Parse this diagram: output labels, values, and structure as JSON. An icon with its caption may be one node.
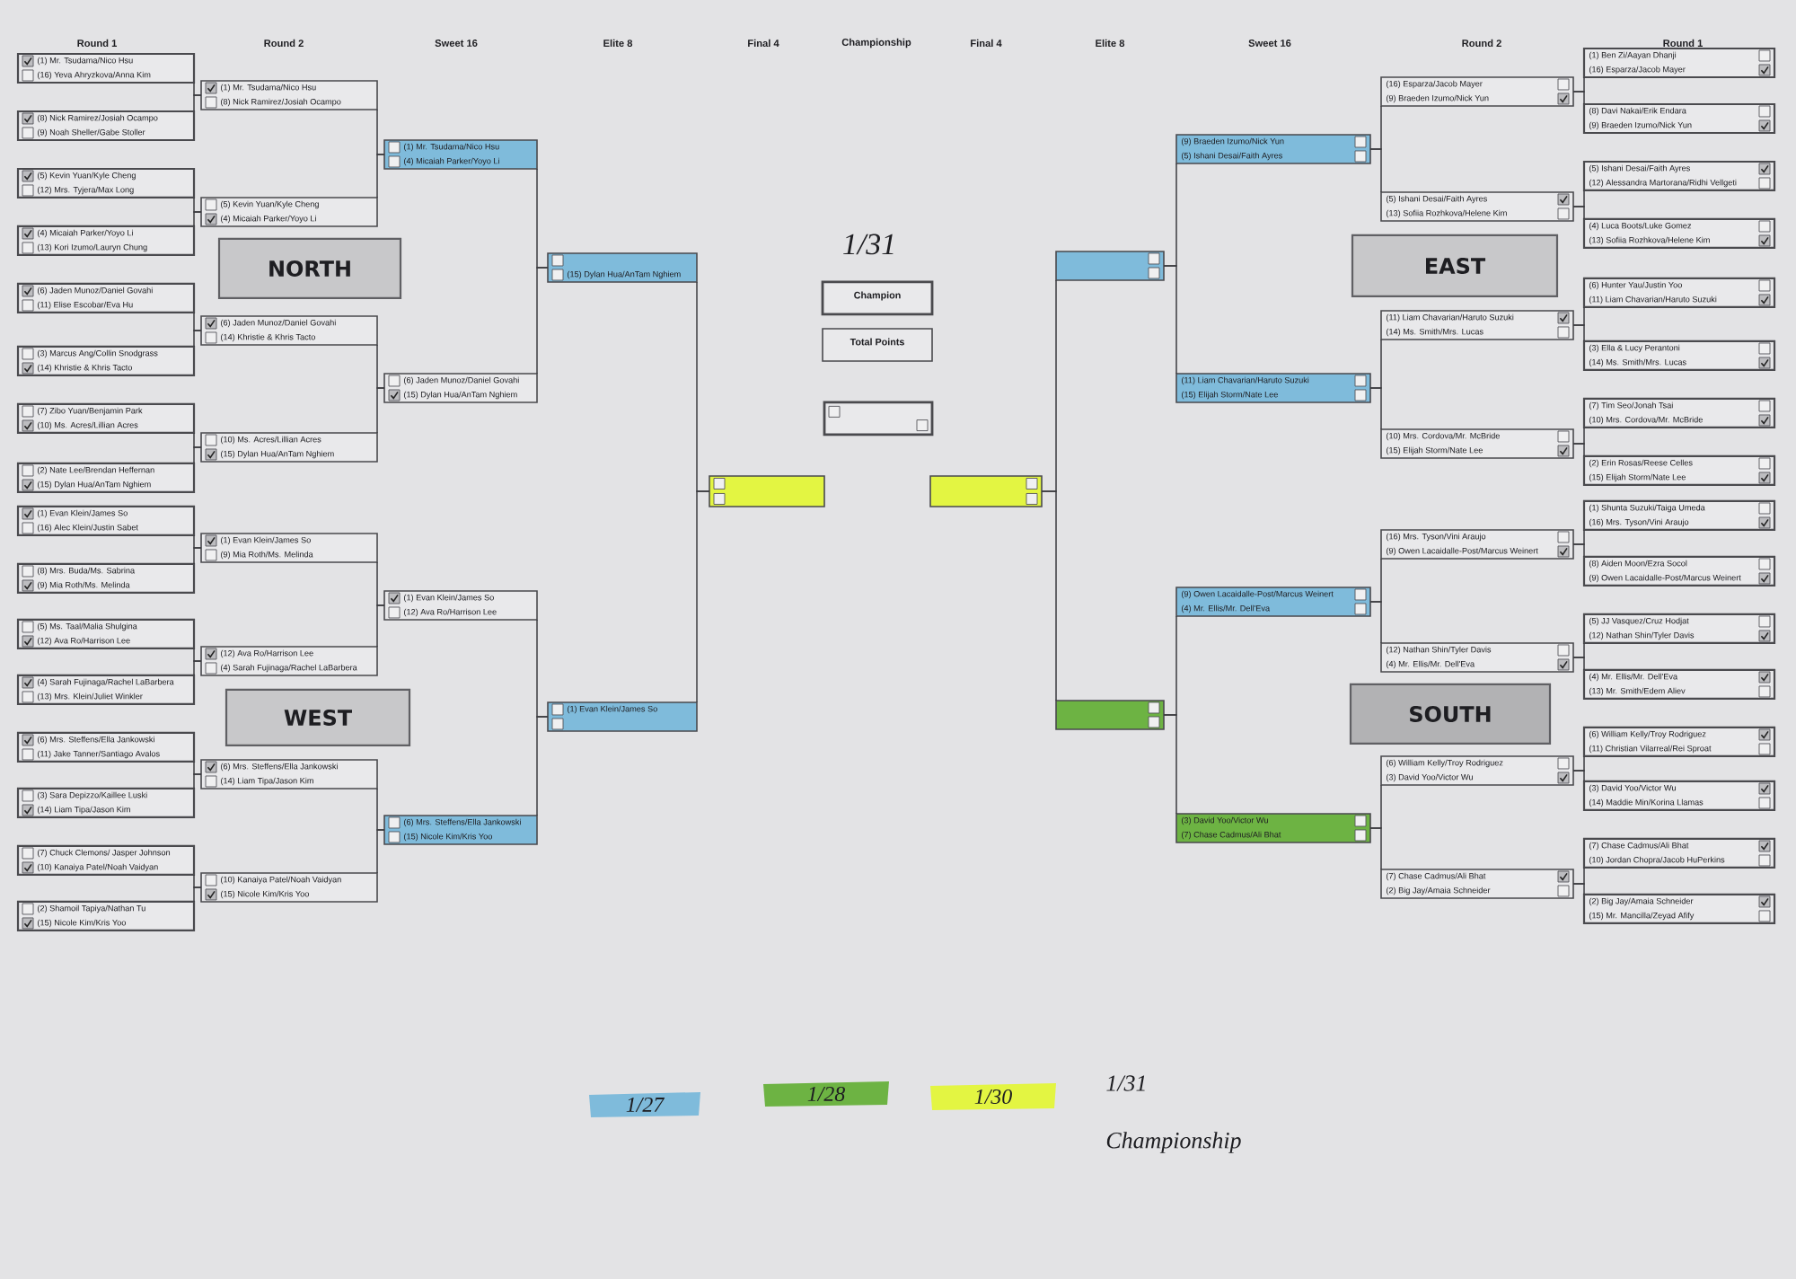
{
  "diagram": {
    "nodes": [
      {
        "text": [
          "(1) Mr. Tsudama/Nico Hsu",
          "(16) Yeva Ahryzkova/Anna Kim"
        ]
      },
      {
        "text": [
          "(8) Nick Ramirez/Josiah Ocampo",
          "(9) Noah Sheller/Gabe Stoller"
        ]
      },
      {
        "text": [
          "(5) Kevin Yuan/Kyle Cheng",
          "(12) Mrs. Tyjera/Max Long"
        ]
      },
      {
        "text": [
          "(4) Micaiah Parker/Yoyo Li",
          "(13) Kori Izumo/Lauryn Chung"
        ]
      },
      {
        "text": [
          "(6) Jaden Munoz/Daniel Govahi",
          "(11) Elise Escobar/Eva Hu"
        ]
      },
      {
        "text": [
          "(3) Marcus Ang/Collin Snodgrass",
          "(14) Khristie & Khris Tacto"
        ]
      },
      {
        "text": [
          "(7) Zibo Yuan/Benjamin Park",
          "(10) Ms. Acres/Lillian Acres"
        ]
      },
      {
        "text": [
          "(2) Nate Lee/Brendan Heffernan",
          "(15) Dylan Hua/AnTam Nghiem"
        ]
      },
      {
        "text": [
          "(1) Mr. Tsudama/Nico Hsu",
          "(8) Nick Ramirez/Josiah Ocampo"
        ]
      },
      {
        "text": [
          "(5) Kevin Yuan/Kyle Cheng",
          "(4) Micaiah Parker/Yoyo Li"
        ]
      },
      {
        "text": [
          "(6) Jaden Munoz/Daniel Govahi",
          "(14) Khristie & Khris Tacto"
        ]
      },
      {
        "text": [
          "(10) Ms. Acres/Lillian Acres",
          "(15) Dylan Hua/AnTam Nghiem"
        ]
      },
      {
        "text": [
          "(1) Mr. Tsudama/Nico Hsu",
          "(4) Micaiah Parker/Yoyo Li"
        ]
      },
      {
        "text": [
          "(6) Jaden Munoz/Daniel Govahi",
          "(15) Dylan Hua/AnTam Nghiem"
        ]
      },
      {
        "text": [
          "(15) Dylan Hua/AnTam Nghiem"
        ]
      },
      {
        "text": [
          "NORTH"
        ]
      },
      {
        "text": [
          "(1) Evan Klein/James So",
          "(16) Alec Klein/Justin Sabet"
        ]
      },
      {
        "text": [
          "(8) Mrs. Buda/Ms. Sabrina",
          "(9) Mia Roth/Ms. Melinda"
        ]
      },
      {
        "text": [
          "(5) Ms. Taal/Malia Shulgina",
          "(12) Ava Ro/Harrison Lee"
        ]
      },
      {
        "text": [
          "(4) Sarah Fujinaga/Rachel LaBarbera",
          "(13) Mrs. Klein/Juliet Winkler"
        ]
      },
      {
        "text": [
          "(6) Mrs. Steffens/Ella Jankowski",
          "(11) Jake Tanner/Santiago Avalos"
        ]
      },
      {
        "text": [
          "(3) Sara Depizzo/Kaillee Luski",
          "(14) Liam Tipa/Jason Kim"
        ]
      },
      {
        "text": [
          "(7) Chuck Clemons/ Jasper Johnson",
          "(10) Kanaiya Patel/Noah Vaidyan"
        ]
      },
      {
        "text": [
          "(2) Shamoil Tapiya/Nathan Tu",
          "(15) Nicole Kim/Kris Yoo"
        ]
      },
      {
        "text": [
          "(1) Evan Klein/James So",
          "(9) Mia Roth/Ms. Melinda"
        ]
      },
      {
        "text": [
          "(12) Ava Ro/Harrison Lee",
          "(4) Sarah Fujinaga/Rachel LaBarbera"
        ]
      },
      {
        "text": [
          "(6) Mrs. Steffens/Ella Jankowski",
          "(14) Liam Tipa/Jason Kim"
        ]
      },
      {
        "text": [
          "(10) Kanaiya Patel/Noah Vaidyan",
          "(15) Nicole Kim/Kris Yoo"
        ]
      },
      {
        "text": [
          "(1) Evan Klein/James So",
          "(12) Ava Ro/Harrison Lee"
        ]
      },
      {
        "text": [
          "(6) Mrs. Steffens/Ella Jankowski",
          "(15) Nicole Kim/Kris Yoo"
        ]
      },
      {
        "text": [
          "(1) Evan Klein/James So"
        ]
      },
      {
        "text": [
          "WEST"
        ]
      },
      {
        "text": [],
        "shape": "box"
      },
      {
        "text": [
          "Champion"
        ]
      },
      {
        "text": [
          "Total Points"
        ]
      },
      {
        "text": [],
        "shape": "box"
      },
      {
        "text": [],
        "shape": "box"
      },
      {
        "text": [
          "(1) Ben Zi/Aayan Dhanji",
          "(16) Esparza/Jacob Mayer"
        ]
      },
      {
        "text": [
          "(8) Davi Nakai/Erik Endara",
          "(9) Braeden Izumo/Nick Yun"
        ]
      },
      {
        "text": [
          "(5) Ishani Desai/Faith Ayres",
          "(12) Alessandra Martorana/Ridhi Vellgeti"
        ]
      },
      {
        "text": [
          "(4) Luca Boots/Luke Gomez",
          "(13) Sofiia Rozhkova/Helene Kim"
        ]
      },
      {
        "text": [
          "(6) Hunter Yau/Justin Yoo",
          "(11) Liam Chavarian/Haruto Suzuki"
        ]
      },
      {
        "text": [
          "(3) Ella & Lucy Perantoni",
          "(14) Ms. Smith/Mrs. Lucas"
        ]
      },
      {
        "text": [
          "(7) Tim Seo/Jonah Tsai",
          "(10) Mrs. Cordova/Mr. McBride"
        ]
      },
      {
        "text": [
          "(2) Erin Rosas/Reese Celles",
          "(15) Elijah Storm/Nate Lee"
        ]
      },
      {
        "text": [
          "(16) Esparza/Jacob Mayer",
          "(9) Braeden Izumo/Nick Yun"
        ]
      },
      {
        "text": [
          "(5) Ishani Desai/Faith Ayres",
          "(13) Sofiia Rozhkova/Helene Kim"
        ]
      },
      {
        "text": [
          "(11) Liam Chavarian/Haruto Suzuki",
          "(14) Ms. Smith/Mrs. Lucas"
        ]
      },
      {
        "text": [
          "(10) Mrs. Cordova/Mr. McBride",
          "(15) Elijah Storm/Nate Lee"
        ]
      },
      {
        "text": [
          "(9) Braeden Izumo/Nick Yun",
          "(5) Ishani Desai/Faith Ayres"
        ]
      },
      {
        "text": [
          "(11) Liam Chavarian/Haruto Suzuki",
          "(15) Elijah Storm/Nate Lee"
        ]
      },
      {
        "text": [],
        "shape": "box"
      },
      {
        "text": [
          "EAST"
        ]
      },
      {
        "text": [
          "(1) Shunta Suzuki/Taiga Umeda",
          "(16) Mrs. Tyson/Vini Araujo"
        ]
      },
      {
        "text": [
          "(8) Aiden Moon/Ezra Socol",
          "(9) Owen Lacaidalle-Post/Marcus Weinert"
        ]
      },
      {
        "text": [
          "(5) JJ Vasquez/Cruz Hodjat",
          "(12) Nathan Shin/Tyler Davis"
        ]
      },
      {
        "text": [
          "(4) Mr. Ellis/Mr. Dell'Eva",
          "(13) Mr. Smith/Edem Aliev"
        ]
      },
      {
        "text": [
          "(6) William Kelly/Troy Rodriguez",
          "(11) Christian Vilarreal/Rei Sproat"
        ]
      },
      {
        "text": [
          "(3) David Yoo/Victor Wu",
          "(14) Maddie Min/Korina Llamas"
        ]
      },
      {
        "text": [
          "(7) Chase Cadmus/Ali Bhat",
          "(10) Jordan Chopra/Jacob HuPerkins"
        ]
      },
      {
        "text": [
          "(2) Big Jay/Amaia Schneider",
          "(15) Mr. Mancilla/Zeyad Afify"
        ]
      },
      {
        "text": [
          "(16) Mrs. Tyson/Vini Araujo",
          "(9) Owen Lacaidalle-Post/Marcus Weinert"
        ]
      },
      {
        "text": [
          "(12) Nathan Shin/Tyler Davis",
          "(4) Mr. Ellis/Mr. Dell'Eva"
        ]
      },
      {
        "text": [
          "(6) William Kelly/Troy Rodriguez",
          "(3) David Yoo/Victor Wu"
        ]
      },
      {
        "text": [
          "(7) Chase Cadmus/Ali Bhat",
          "(2) Big Jay/Amaia Schneider"
        ]
      },
      {
        "text": [
          "(9) Owen Lacaidalle-Post/Marcus Weinert",
          "(4) Mr. Ellis/Mr. Dell'Eva"
        ]
      },
      {
        "text": [
          "(3) David Yoo/Victor Wu",
          "(7) Chase Cadmus/Ali Bhat"
        ]
      },
      {
        "text": [],
        "shape": "box"
      },
      {
        "text": [
          "SOUTH"
        ]
      }
    ],
    "edges": [
      {
        "from": 0,
        "to": 8,
        "arrow": "none"
      },
      {
        "from": 1,
        "to": 8,
        "arrow": "none"
      },
      {
        "from": 2,
        "to": 9,
        "arrow": "none"
      },
      {
        "from": 3,
        "to": 9,
        "arrow": "none"
      },
      {
        "from": 4,
        "to": 10,
        "arrow": "none"
      },
      {
        "from": 5,
        "to": 10,
        "arrow": "none"
      },
      {
        "from": 6,
        "to": 11,
        "arrow": "none"
      },
      {
        "from": 7,
        "to": 11,
        "arrow": "none"
      },
      {
        "from": 8,
        "to": 12,
        "arrow": "none"
      },
      {
        "from": 9,
        "to": 12,
        "arrow": "none"
      },
      {
        "from": 10,
        "to": 13,
        "arrow": "none"
      },
      {
        "from": 11,
        "to": 13,
        "arrow": "none"
      },
      {
        "from": 12,
        "to": 14,
        "arrow": "none"
      },
      {
        "from": 13,
        "to": 14,
        "arrow": "none"
      },
      {
        "from": 16,
        "to": 24,
        "arrow": "none"
      },
      {
        "from": 17,
        "to": 24,
        "arrow": "none"
      },
      {
        "from": 18,
        "to": 25,
        "arrow": "none"
      },
      {
        "from": 19,
        "to": 25,
        "arrow": "none"
      },
      {
        "from": 20,
        "to": 26,
        "arrow": "none"
      },
      {
        "from": 21,
        "to": 26,
        "arrow": "none"
      },
      {
        "from": 22,
        "to": 27,
        "arrow": "none"
      },
      {
        "from": 23,
        "to": 27,
        "arrow": "none"
      },
      {
        "from": 24,
        "to": 28,
        "arrow": "none"
      },
      {
        "from": 25,
        "to": 28,
        "arrow": "none"
      },
      {
        "from": 26,
        "to": 29,
        "arrow": "none"
      },
      {
        "from": 27,
        "to": 29,
        "arrow": "none"
      },
      {
        "from": 28,
        "to": 30,
        "arrow": "none"
      },
      {
        "from": 29,
        "to": 30,
        "arrow": "none"
      },
      {
        "from": 14,
        "to": 32,
        "arrow": "none"
      },
      {
        "from": 30,
        "to": 32,
        "arrow": "none"
      },
      {
        "from": 37,
        "to": 45,
        "arrow": "none"
      },
      {
        "from": 38,
        "to": 45,
        "arrow": "none"
      },
      {
        "from": 39,
        "to": 46,
        "arrow": "none"
      },
      {
        "from": 40,
        "to": 46,
        "arrow": "none"
      },
      {
        "from": 41,
        "to": 47,
        "arrow": "none"
      },
      {
        "from": 42,
        "to": 47,
        "arrow": "none"
      },
      {
        "from": 43,
        "to": 48,
        "arrow": "none"
      },
      {
        "from": 44,
        "to": 48,
        "arrow": "none"
      },
      {
        "from": 45,
        "to": 49,
        "arrow": "none"
      },
      {
        "from": 46,
        "to": 49,
        "arrow": "none"
      },
      {
        "from": 47,
        "to": 50,
        "arrow": "none"
      },
      {
        "from": 48,
        "to": 50,
        "arrow": "none"
      },
      {
        "from": 49,
        "to": 51,
        "arrow": "none"
      },
      {
        "from": 50,
        "to": 51,
        "arrow": "none"
      },
      {
        "from": 53,
        "to": 61,
        "arrow": "none"
      },
      {
        "from": 54,
        "to": 61,
        "arrow": "none"
      },
      {
        "from": 55,
        "to": 62,
        "arrow": "none"
      },
      {
        "from": 56,
        "to": 62,
        "arrow": "none"
      },
      {
        "from": 57,
        "to": 63,
        "arrow": "none"
      },
      {
        "from": 58,
        "to": 63,
        "arrow": "none"
      },
      {
        "from": 59,
        "to": 64,
        "arrow": "none"
      },
      {
        "from": 60,
        "to": 64,
        "arrow": "none"
      },
      {
        "from": 61,
        "to": 65,
        "arrow": "none"
      },
      {
        "from": 62,
        "to": 65,
        "arrow": "none"
      },
      {
        "from": 63,
        "to": 66,
        "arrow": "none"
      },
      {
        "from": 64,
        "to": 66,
        "arrow": "none"
      },
      {
        "from": 65,
        "to": 67,
        "arrow": "none"
      },
      {
        "from": 66,
        "to": 67,
        "arrow": "none"
      },
      {
        "from": 51,
        "to": 36,
        "arrow": "none"
      },
      {
        "from": 67,
        "to": 36,
        "arrow": "none"
      }
    ],
    "labels": [
      "Round 1",
      "Round 2",
      "Sweet 16",
      "Elite 8",
      "Final 4",
      "Championship",
      "Final 4",
      "Elite 8",
      "Sweet 16",
      "Round 2",
      "Round 1",
      "1/31",
      "1/31 Championship"
    ],
    "legend": [
      {
        "text": "1/27",
        "color": "#7fbbdb"
      },
      {
        "text": "1/28",
        "color": "#6db343"
      },
      {
        "text": "1/30",
        "color": "#e3f542"
      }
    ]
  }
}
